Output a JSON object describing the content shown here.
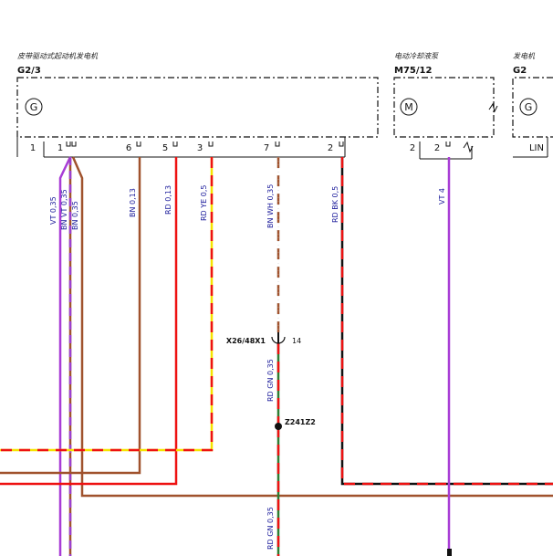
{
  "components": [
    {
      "title": "皮带驱动式起动机发电机",
      "code": "G2/3",
      "symbol": "G",
      "pins": [
        "1",
        "1",
        "6",
        "5",
        "3",
        "7",
        "2"
      ]
    },
    {
      "title": "电动冷却液泵",
      "code": "M75/12",
      "symbol": "M",
      "pins": [
        "2",
        "2"
      ]
    },
    {
      "title": "发电机",
      "code": "G2",
      "symbol": "G",
      "pins": [
        "LIN"
      ]
    }
  ],
  "wires": [
    {
      "label": "VT 0,35",
      "color": "#a83cd6"
    },
    {
      "label": "BN VT 0,35",
      "color": "#9b3fd0"
    },
    {
      "label": "BN 0,35",
      "color": "#a0522d"
    },
    {
      "label": "BN 0,13",
      "color": "#a0522d"
    },
    {
      "label": "RD 0,13",
      "color": "#ee1111"
    },
    {
      "label": "RD YE 0,5",
      "color": "#ee1111"
    },
    {
      "label": "BN WH 0,35",
      "color": "#a0522d"
    },
    {
      "label": "RD BK 0,5",
      "color": "#ee1111"
    },
    {
      "label": "VT 4",
      "color": "#a83cd6"
    },
    {
      "label": "RD GN 0,35",
      "color": "#ee1111"
    },
    {
      "label": "RD GN 0,35",
      "color": "#ee1111"
    }
  ],
  "connector": {
    "code": "X26/48X1",
    "pin": "14"
  },
  "splice": {
    "code": "Z241Z2"
  },
  "colors": {
    "violet": "#a83cd6",
    "brown": "#a0522d",
    "red": "#ee1111",
    "yellow": "#f5e400",
    "white": "#ffffff",
    "black": "#111111",
    "green": "#2e7d32"
  }
}
